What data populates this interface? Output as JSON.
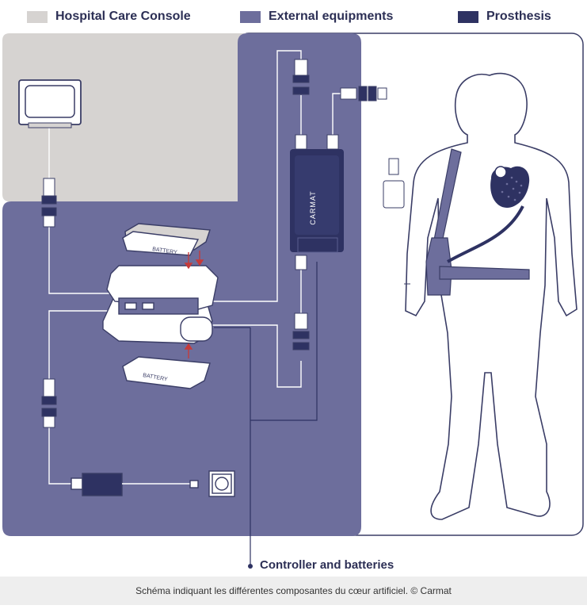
{
  "legend": [
    {
      "label": "Hospital Care Console",
      "color": "#d6d3d1"
    },
    {
      "label": "External equipments",
      "color": "#6d6e9c"
    },
    {
      "label": "Prosthesis",
      "color": "#2e3262"
    }
  ],
  "controller": {
    "brand": "CARMAT"
  },
  "batteries": {
    "label": "BATTERY"
  },
  "callout": {
    "label": "Controller and batteries"
  },
  "caption": "Schéma indiquant les différentes composantes du cœur artificiel. © Carmat",
  "colors": {
    "console_bg": "#d6d3d1",
    "external_bg": "#6d6e9c",
    "prosthesis": "#2e3262",
    "line": "#ffffff",
    "outline": "#3a3d66"
  }
}
